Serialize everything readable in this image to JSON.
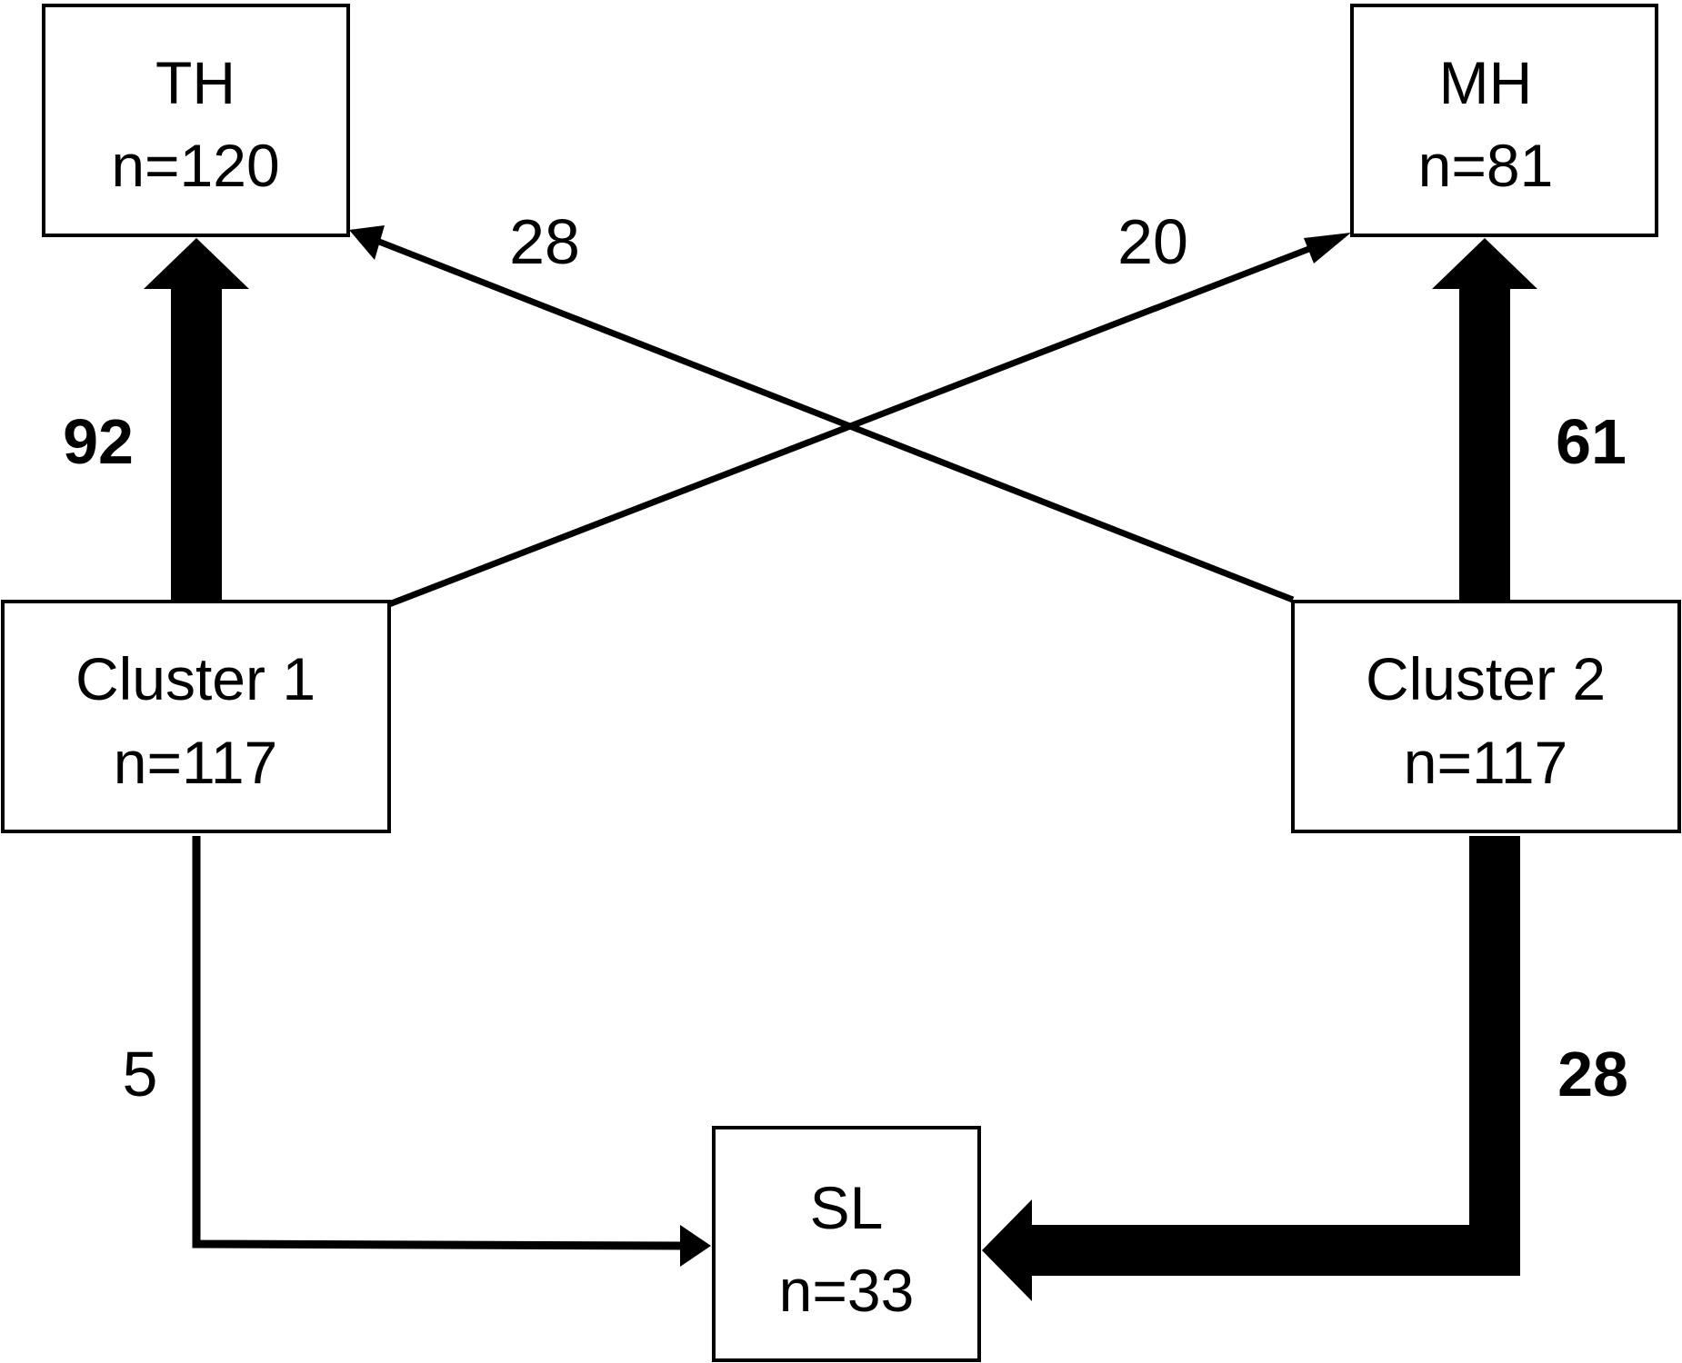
{
  "nodes": {
    "th": {
      "title": "TH",
      "count": "n=120"
    },
    "mh": {
      "title": "MH",
      "count": "n=81"
    },
    "cluster1": {
      "title": "Cluster 1",
      "count": "n=117"
    },
    "cluster2": {
      "title": "Cluster 2",
      "count": "n=117"
    },
    "sl": {
      "title": "SL",
      "count": "n=33"
    }
  },
  "flows": [
    {
      "from": "Cluster 1",
      "to": "TH",
      "value": 92,
      "label": "92"
    },
    {
      "from": "Cluster 1",
      "to": "MH",
      "value": 20,
      "label": "20"
    },
    {
      "from": "Cluster 1",
      "to": "SL",
      "value": 5,
      "label": "5"
    },
    {
      "from": "Cluster 2",
      "to": "TH",
      "value": 28,
      "label": "28"
    },
    {
      "from": "Cluster 2",
      "to": "MH",
      "value": 61,
      "label": "61"
    },
    {
      "from": "Cluster 2",
      "to": "SL",
      "value": 28,
      "label": "28"
    }
  ],
  "colors": {
    "stroke": "#000000",
    "background": "#ffffff"
  }
}
